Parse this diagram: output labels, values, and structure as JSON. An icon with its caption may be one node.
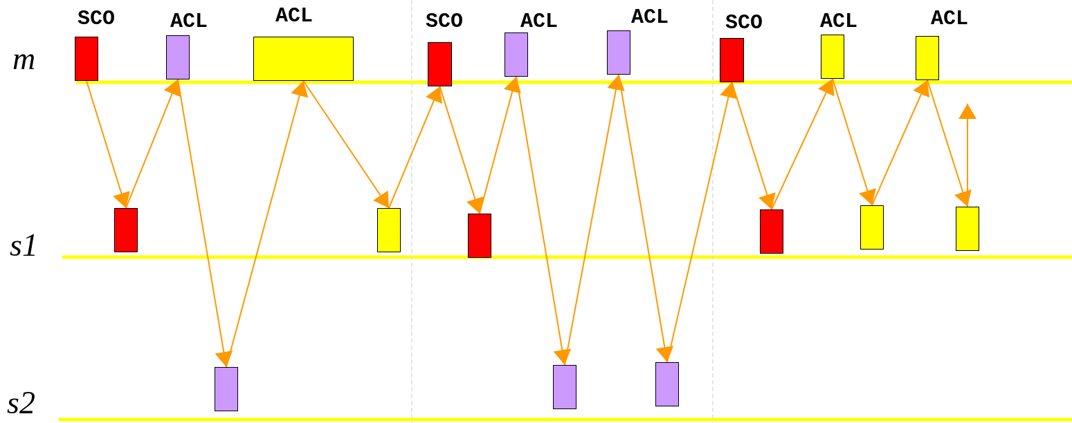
{
  "diagram": {
    "nodes": [
      {
        "text": [],
        "shape": "bar"
      },
      {
        "text": [],
        "shape": "bar"
      },
      {
        "text": [],
        "shape": "bar"
      },
      {
        "text": [],
        "shape": "bar"
      },
      {
        "text": [],
        "shape": "bar"
      },
      {
        "text": [],
        "shape": "bar"
      },
      {
        "text": [],
        "shape": "bar"
      },
      {
        "text": [],
        "shape": "bar"
      },
      {
        "text": [],
        "shape": "bar"
      },
      {
        "text": [],
        "shape": "bar"
      },
      {
        "text": [],
        "shape": "bar"
      },
      {
        "text": [],
        "shape": "bar"
      },
      {
        "text": [],
        "shape": "bar"
      },
      {
        "text": [],
        "shape": "bar"
      },
      {
        "text": [],
        "shape": "bar"
      },
      {
        "text": [],
        "shape": "bar"
      },
      {
        "text": [],
        "shape": "bar"
      },
      {
        "text": [],
        "shape": "bar"
      }
    ],
    "edges": [
      {
        "from": 0,
        "to": 9,
        "arrow": "to"
      },
      {
        "from": 9,
        "to": 1,
        "arrow": "to"
      },
      {
        "from": 1,
        "to": 15,
        "arrow": "to"
      },
      {
        "from": 15,
        "to": 2,
        "arrow": "to"
      },
      {
        "from": 2,
        "to": 10,
        "arrow": "to"
      },
      {
        "from": 10,
        "to": 3,
        "arrow": "to"
      },
      {
        "from": 3,
        "to": 11,
        "arrow": "to"
      },
      {
        "from": 11,
        "to": 4,
        "arrow": "to"
      },
      {
        "from": 4,
        "to": 16,
        "arrow": "to"
      },
      {
        "from": 16,
        "to": 5,
        "arrow": "to"
      },
      {
        "from": 5,
        "to": 17,
        "arrow": "to"
      },
      {
        "from": 17,
        "to": 6,
        "arrow": "to"
      },
      {
        "from": 6,
        "to": 12,
        "arrow": "to"
      },
      {
        "from": 12,
        "to": 7,
        "arrow": "to"
      },
      {
        "from": 7,
        "to": 13,
        "arrow": "to"
      },
      {
        "from": 13,
        "to": 8,
        "arrow": "to"
      },
      {
        "from": 8,
        "to": 14,
        "arrow": "to"
      },
      {
        "from": 14,
        "to": null,
        "arrow": "to"
      }
    ],
    "labels": [
      "SCO",
      "ACL",
      "ACL",
      "SCO",
      "ACL",
      "ACL",
      "SCO",
      "ACL",
      "ACL",
      "m",
      "s1",
      "s2"
    ]
  }
}
